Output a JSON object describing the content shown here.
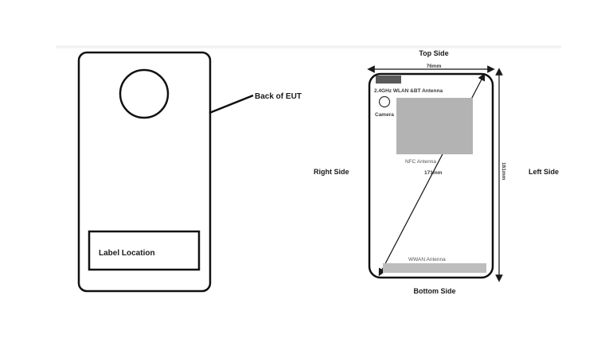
{
  "back_view": {
    "callout_label": "Back of EUT",
    "label_box_text": "Label Location"
  },
  "front_view": {
    "top_side": "Top Side",
    "bottom_side": "Bottom Side",
    "left_side": "Left Side",
    "right_side": "Right Side",
    "width_dim": "76mm",
    "height_dim": "161mm",
    "diagonal_dim": "171mm",
    "wlan_antenna": "2.4GHz WLAN &BT Antenna",
    "camera": "Camera",
    "nfc_antenna": "NFC Antenna",
    "wwan_antenna": "WWAN Antenna"
  }
}
